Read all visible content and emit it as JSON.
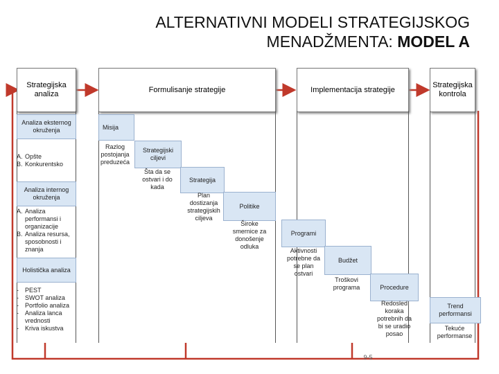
{
  "title": {
    "line1": "ALTERNATIVNI MODELI STRATEGIJSKOG",
    "line2_a": "MENADŽMENTA: ",
    "line2_b": "MODEL A"
  },
  "headers": {
    "analysis": "Strategijska analiza",
    "formulation": "Formulisanje strategije",
    "implementation": "Implementacija strategije",
    "control": "Strategijska kontrola"
  },
  "analysis_col": {
    "external_box": "Analiza eksternog okruženja",
    "external_items": [
      {
        "m": "A.",
        "t": "Opšte"
      },
      {
        "m": "B.",
        "t": "Konkurentsko"
      }
    ],
    "internal_box": "Analiza internog okruženja",
    "internal_items": [
      {
        "m": "A.",
        "t": "Analiza performansi i organizacije"
      },
      {
        "m": "B.",
        "t": "Analiza resursa, sposobnosti i znanja"
      }
    ],
    "holistic_box": "Holistička analiza",
    "holistic_items": [
      {
        "m": "-",
        "t": "PEST"
      },
      {
        "m": "-",
        "t": "SWOT analiza"
      },
      {
        "m": "-",
        "t": "Portfolio analiza"
      },
      {
        "m": "-",
        "t": "Analiza lanca vrednosti"
      },
      {
        "m": "-",
        "t": "Kriva iskustva"
      }
    ]
  },
  "cascade": {
    "misija": "Misija",
    "misija_desc": "Razlog postojanja preduzeća",
    "ciljevi": "Strategijski ciljevi",
    "ciljevi_desc": "Šta da se ostvari i do kada",
    "strategija": "Strategija",
    "strategija_desc": "Plan dostizanja strategijskih ciljeva",
    "politike": "Politike",
    "politike_desc": "Široke smernice za donošenje odluka",
    "programi": "Programi",
    "programi_desc": "Aktivnosti potrebne da se plan ostvari",
    "budzet": "Budžet",
    "budzet_desc": "Troškovi programa",
    "procedure": "Procedure",
    "procedure_desc": "Redosled koraka potrebnih da bi se uradio posao"
  },
  "control_col": {
    "box": "Trend performansi",
    "desc": "Tekuće performanse"
  },
  "footer": "9-5",
  "colors": {
    "box_fill": "#d9e6f4",
    "arrow": "#c0392b"
  }
}
